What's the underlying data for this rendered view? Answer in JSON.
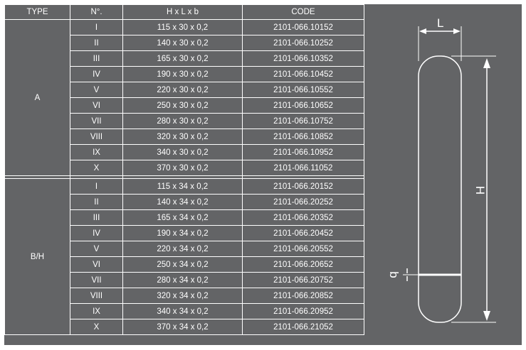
{
  "table": {
    "headers": {
      "type": "TYPE",
      "num": "N°.",
      "dims": "H x L x b",
      "code": "CODE"
    },
    "groups": [
      {
        "type": "A",
        "rows": [
          {
            "num": "I",
            "dims": "115 x 30 x 0,2",
            "code": "2101-066.10152"
          },
          {
            "num": "II",
            "dims": "140 x 30 x 0,2",
            "code": "2101-066.10252"
          },
          {
            "num": "III",
            "dims": "165 x 30 x 0,2",
            "code": "2101-066.10352"
          },
          {
            "num": "IV",
            "dims": "190 x 30 x 0,2",
            "code": "2101-066.10452"
          },
          {
            "num": "V",
            "dims": "220 x 30 x 0,2",
            "code": "2101-066.10552"
          },
          {
            "num": "VI",
            "dims": "250 x 30 x 0,2",
            "code": "2101-066.10652"
          },
          {
            "num": "VII",
            "dims": "280 x 30 x 0,2",
            "code": "2101-066.10752"
          },
          {
            "num": "VIII",
            "dims": "320 x 30 x 0,2",
            "code": "2101-066.10852"
          },
          {
            "num": "IX",
            "dims": "340 x 30 x 0,2",
            "code": "2101-066.10952"
          },
          {
            "num": "X",
            "dims": "370 x 30 x 0,2",
            "code": "2101-066.11052"
          }
        ]
      },
      {
        "type": "B/H",
        "rows": [
          {
            "num": "I",
            "dims": "115 x 34 x 0,2",
            "code": "2101-066.20152"
          },
          {
            "num": "II",
            "dims": "140 x 34 x 0,2",
            "code": "2101-066.20252"
          },
          {
            "num": "III",
            "dims": "165 x 34 x 0,2",
            "code": "2101-066.20352"
          },
          {
            "num": "IV",
            "dims": "190 x 34 x 0,2",
            "code": "2101-066.20452"
          },
          {
            "num": "V",
            "dims": "220 x 34 x 0,2",
            "code": "2101-066.20552"
          },
          {
            "num": "VI",
            "dims": "250 x 34 x 0,2",
            "code": "2101-066.20652"
          },
          {
            "num": "VII",
            "dims": "280 x 34 x 0,2",
            "code": "2101-066.20752"
          },
          {
            "num": "VIII",
            "dims": "320 x 34 x 0,2",
            "code": "2101-066.20852"
          },
          {
            "num": "IX",
            "dims": "340 x 34 x 0,2",
            "code": "2101-066.20952"
          },
          {
            "num": "X",
            "dims": "370 x 34 x 0,2",
            "code": "2101-066.21052"
          }
        ]
      }
    ]
  },
  "drawing": {
    "label_length": "L",
    "label_height": "H",
    "label_thickness": "b"
  },
  "colors": {
    "background": "#636466",
    "lines": "#ffffff"
  }
}
